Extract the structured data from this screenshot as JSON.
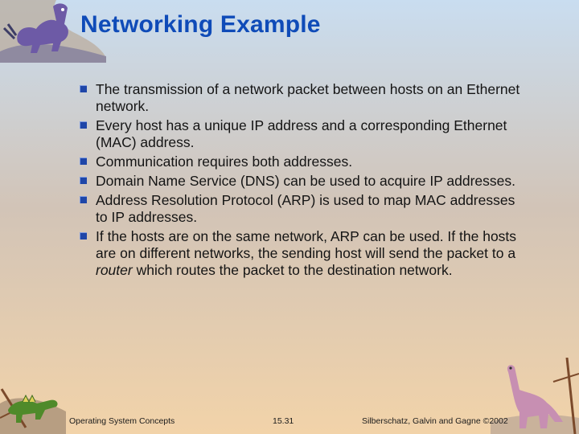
{
  "title": "Networking Example",
  "bullets": [
    {
      "pre": "The transmission of a network packet between hosts on an Ethernet network.",
      "em": "",
      "post": ""
    },
    {
      "pre": "Every host has a unique IP address and a corresponding Ethernet (MAC) address.",
      "em": "",
      "post": ""
    },
    {
      "pre": "Communication requires both addresses.",
      "em": "",
      "post": ""
    },
    {
      "pre": "Domain Name Service (DNS) can be used to acquire IP addresses.",
      "em": "",
      "post": ""
    },
    {
      "pre": "Address Resolution Protocol (ARP) is used to map MAC addresses to IP addresses.",
      "em": "",
      "post": ""
    },
    {
      "pre": "If the hosts are on the same network, ARP can be used. If the hosts are on different networks, the sending host will send the packet to a ",
      "em": "router",
      "post": " which routes the packet to the destination network."
    }
  ],
  "footer": {
    "left": "Operating System Concepts",
    "center": "15.31",
    "right": "Silberschatz, Galvin and  Gagne ©2002"
  },
  "colors": {
    "title": "#0f4bb8",
    "bullet": "#1f46a8"
  },
  "icons": [
    "dinosaur-corner-top-left",
    "dinosaur-corner-bottom-left",
    "dinosaur-corner-bottom-right"
  ]
}
